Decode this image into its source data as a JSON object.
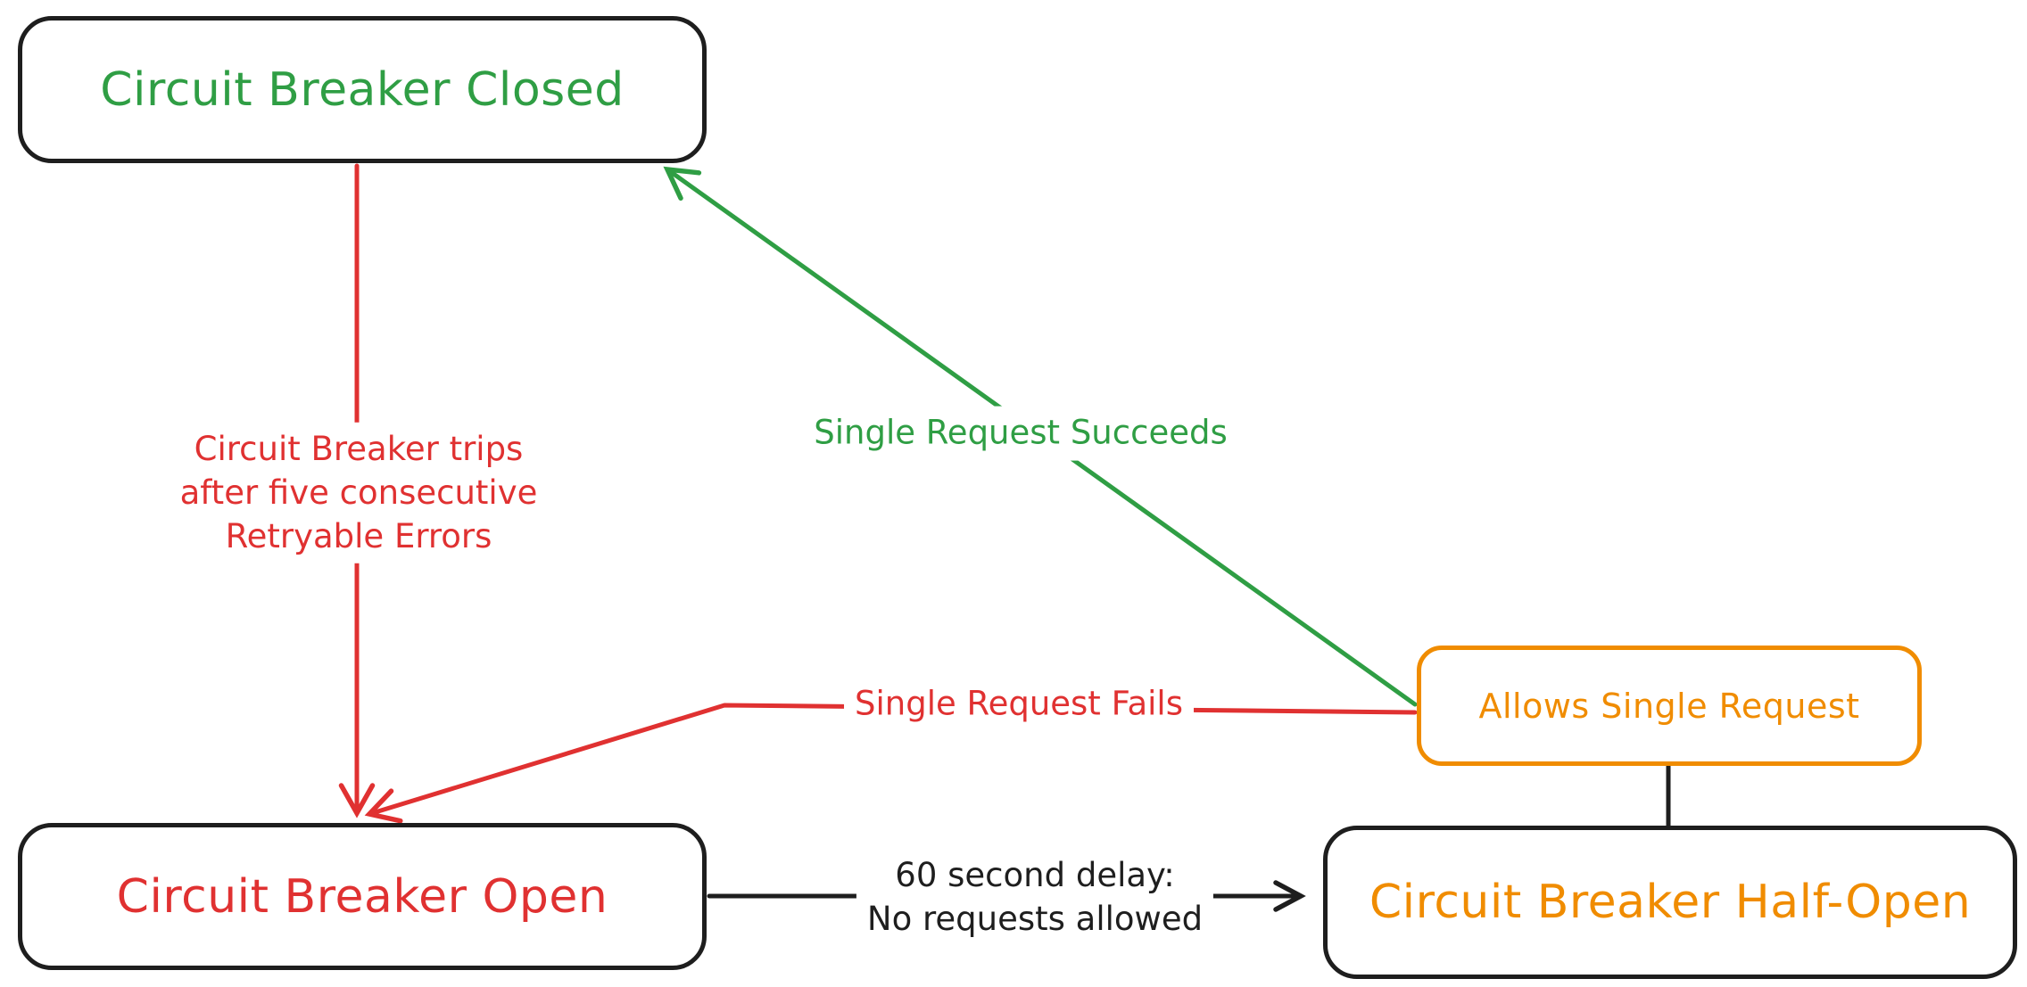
{
  "diagram_name": "circuit-breaker-state-diagram",
  "colors": {
    "green": "#2f9e44",
    "red": "#e03131",
    "orange": "#f08c00",
    "black": "#1e1e1e",
    "background": "#ffffff"
  },
  "nodes": {
    "closed": {
      "label": "Circuit Breaker Closed"
    },
    "open": {
      "label": "Circuit Breaker Open"
    },
    "allows": {
      "label": "Allows Single Request"
    },
    "half_open": {
      "label": "Circuit Breaker Half-Open"
    }
  },
  "edges": {
    "trips": {
      "from": "closed",
      "to": "open",
      "color": "red",
      "label_lines": [
        "Circuit Breaker trips",
        "after five consecutive",
        "Retryable Errors"
      ]
    },
    "succeeds": {
      "from": "allows",
      "to": "closed",
      "color": "green",
      "label": "Single Request Succeeds"
    },
    "fails": {
      "from": "allows",
      "to": "open",
      "color": "red",
      "label": "Single Request Fails"
    },
    "delay": {
      "from": "open",
      "to": "half_open",
      "color": "black",
      "label_lines": [
        "60 second delay:",
        "No requests allowed"
      ]
    },
    "allows_connector": {
      "from": "half_open",
      "to": "allows",
      "color": "black",
      "label": ""
    }
  }
}
